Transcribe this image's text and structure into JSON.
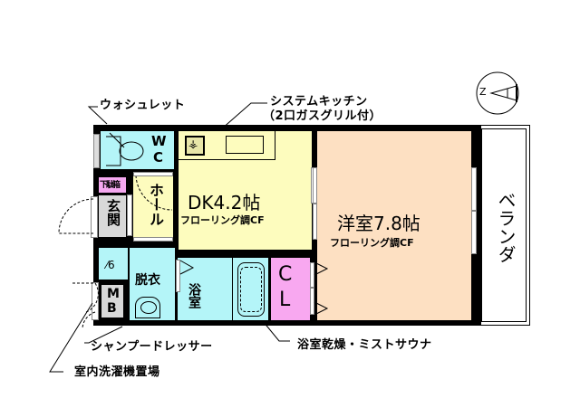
{
  "floorplan": {
    "compass": {
      "north_label": "Z"
    },
    "callouts": {
      "washlet": "ウォシュレット",
      "kitchen_line1": "システムキッチン",
      "kitchen_line2": "（2口ガスグリル付）",
      "shampoo_dresser": "シャンプードレッサー",
      "laundry": "室内洗濯機置場",
      "bath_dryer": "浴室乾燥・ミストサウナ"
    },
    "rooms": {
      "wc": {
        "label_line1": "W",
        "label_line2": "C"
      },
      "shoebox": {
        "label": "下駄箱"
      },
      "entrance": {
        "label": "玄関"
      },
      "hall": {
        "label": "ホール"
      },
      "dk": {
        "title": "DK4.2帖",
        "floor": "フローリング調CF"
      },
      "western": {
        "title": "洋室7.8帖",
        "floor": "フローリング調CF"
      },
      "veranda": {
        "label": "ベランダ"
      },
      "washroom": {
        "label": "脱衣"
      },
      "bath": {
        "label": "浴室"
      },
      "closet": {
        "label_line1": "C",
        "label_line2": "L"
      },
      "mb": {
        "label_line1": "M",
        "label_line2": "B"
      }
    },
    "colors": {
      "wet_area": "#b4f5f8",
      "dk": "#fdfcbe",
      "western": "#fde0c2",
      "closet": "#f8a8f0",
      "shoebox": "#f5a8f0",
      "entrance": "#d8d8d8",
      "wall": "#000000"
    }
  }
}
